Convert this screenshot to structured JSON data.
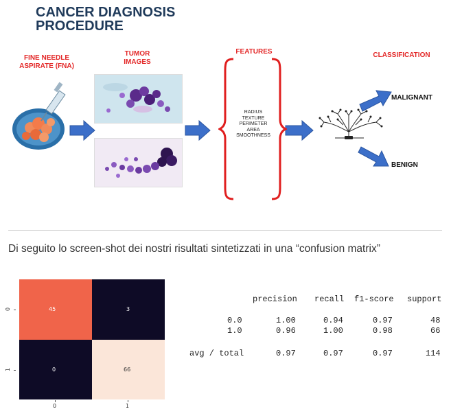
{
  "diagram": {
    "title_line1": "CANCER DIAGNOSIS",
    "title_line2": "PROCEDURE",
    "steps": {
      "fna_line1": "FINE NEEDLE",
      "fna_line2": "ASPIRATE (FNA)",
      "tumor_line1": "TUMOR",
      "tumor_line2": "IMAGES",
      "features": "FEATURES",
      "classification": "CLASSIFICATION"
    },
    "feature_items": [
      "RADIUS",
      "TEXTURE",
      "PERIMETER",
      "AREA",
      "SMOOTHNESS"
    ],
    "classes": {
      "malignant": "MALIGNANT",
      "benign": "BENIGN"
    },
    "colors": {
      "title": "#1f3a5a",
      "step_label": "#e32727",
      "arrow": "#3c6fc9",
      "brace": "#e01f1f"
    },
    "icons": [
      "syringe-cell-cluster-icon",
      "tumor-cell-image",
      "decision-tree-icon"
    ]
  },
  "caption": "Di seguito lo screen-shot dei nostri risultati sintetizzati in una “confusion matrix”",
  "confusion_matrix": {
    "cells": [
      {
        "value": "45",
        "color": "#f0644a",
        "text_color": "#ffffff"
      },
      {
        "value": "3",
        "color": "#0e0b26",
        "text_color": "#ffffff"
      },
      {
        "value": "0",
        "color": "#0e0b26",
        "text_color": "#ffffff"
      },
      {
        "value": "66",
        "color": "#fbe6d9",
        "text_color": "#333333"
      }
    ],
    "x_ticks": [
      "0",
      "1"
    ],
    "y_ticks": [
      "0",
      "1"
    ]
  },
  "report": {
    "header": [
      "precision",
      "recall",
      "f1-score",
      "support"
    ],
    "rows": [
      {
        "label": "0.0",
        "values": [
          "1.00",
          "0.94",
          "0.97",
          "48"
        ]
      },
      {
        "label": "1.0",
        "values": [
          "0.96",
          "1.00",
          "0.98",
          "66"
        ]
      },
      {
        "label": "avg / total",
        "values": [
          "0.97",
          "0.97",
          "0.97",
          "114"
        ]
      }
    ]
  }
}
